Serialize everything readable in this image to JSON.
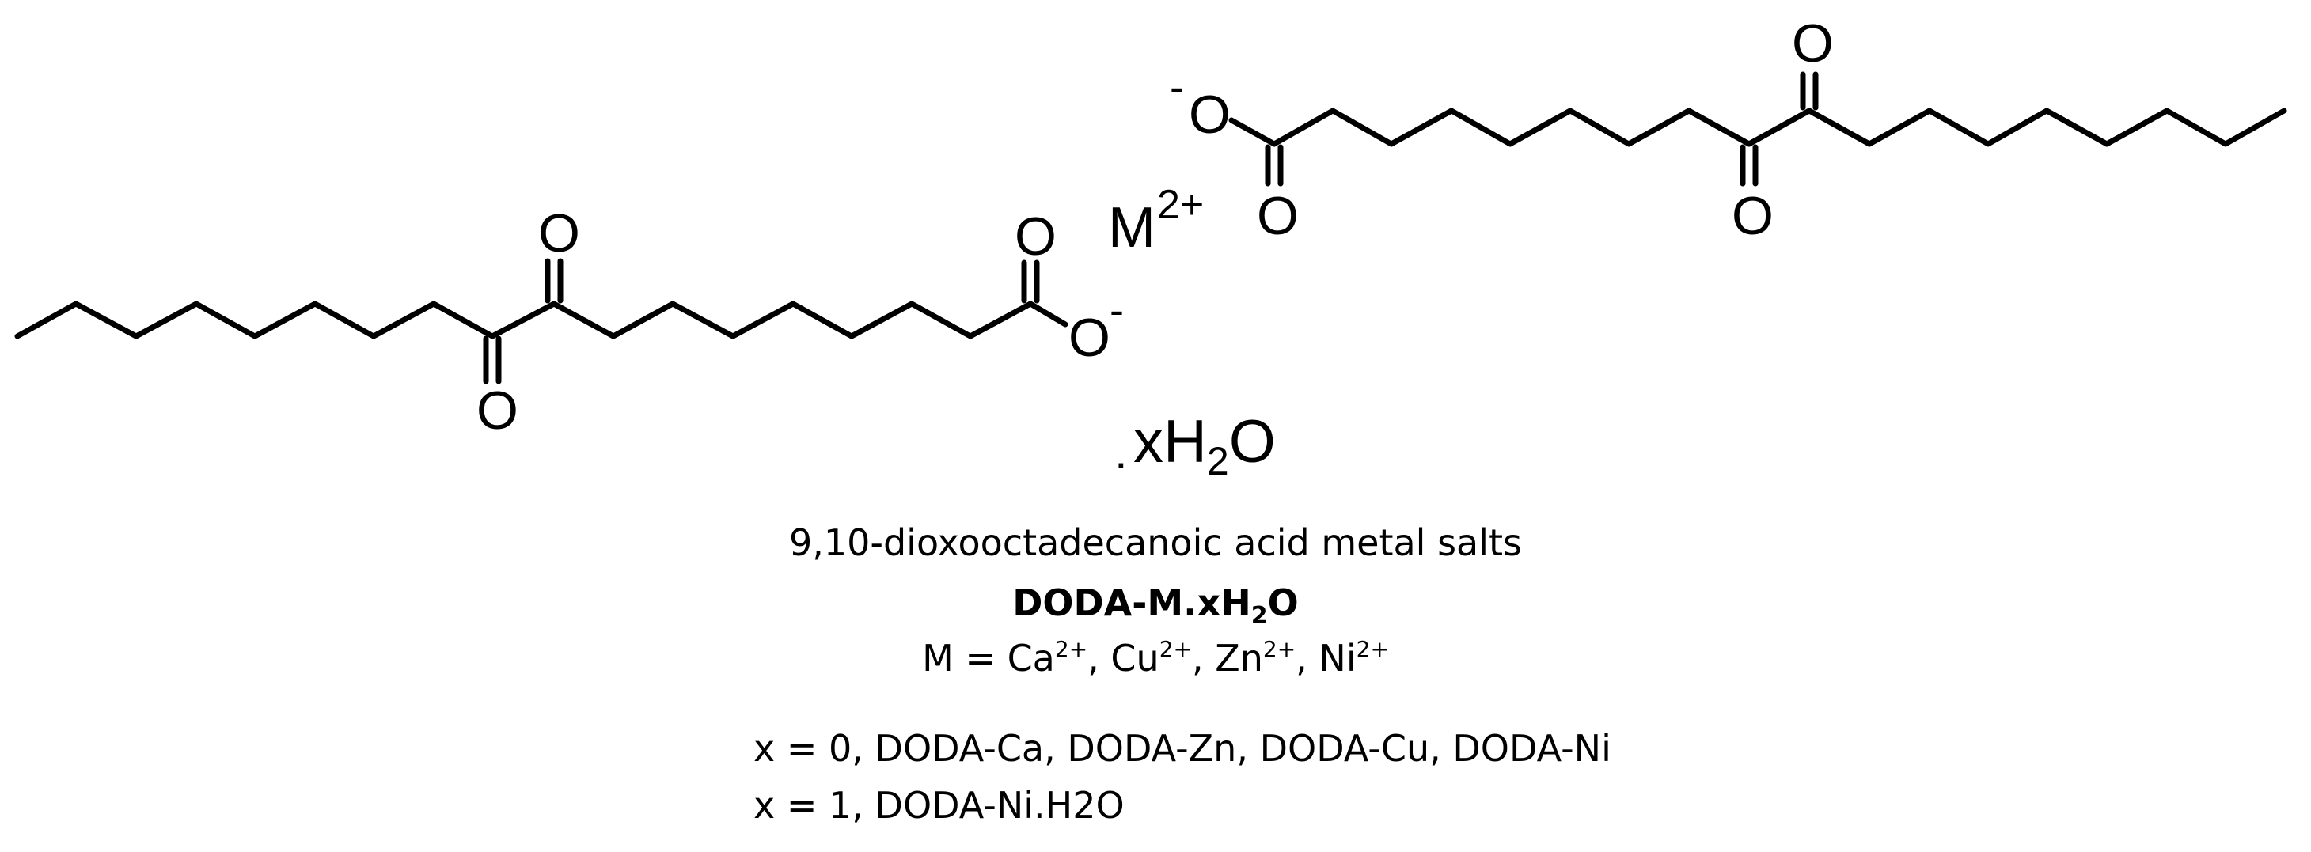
{
  "structure": {
    "left_anion": {
      "oxygen_labels": [
        "O",
        "O",
        "O",
        "O"
      ],
      "charge": "-"
    },
    "right_anion": {
      "oxygen_labels": [
        "O",
        "O",
        "O",
        "O"
      ],
      "charge": "-"
    },
    "metal_ion": {
      "symbol": "M",
      "charge": "2+"
    },
    "hydrate": {
      "dot": ".",
      "prefix": "xH",
      "subscript": "2",
      "suffix": "O"
    }
  },
  "caption": {
    "name": "9,10-dioxooctadecanoic acid metal salts",
    "formula": {
      "prefix": "DODA-M.xH",
      "subscript": "2",
      "suffix": "O"
    },
    "metals": {
      "lead": "M = ",
      "items": [
        {
          "symbol": "Ca",
          "charge": "2+",
          "sep": ",  "
        },
        {
          "symbol": "Cu",
          "charge": "2+",
          "sep": ", "
        },
        {
          "symbol": "Zn",
          "charge": "2+",
          "sep": ", "
        },
        {
          "symbol": "Ni",
          "charge": "2+",
          "sep": ""
        }
      ]
    },
    "line_x0": "x = 0, DODA-Ca, DODA-Zn, DODA-Cu, DODA-Ni",
    "line_x1": "x = 1, DODA-Ni.H2O"
  }
}
